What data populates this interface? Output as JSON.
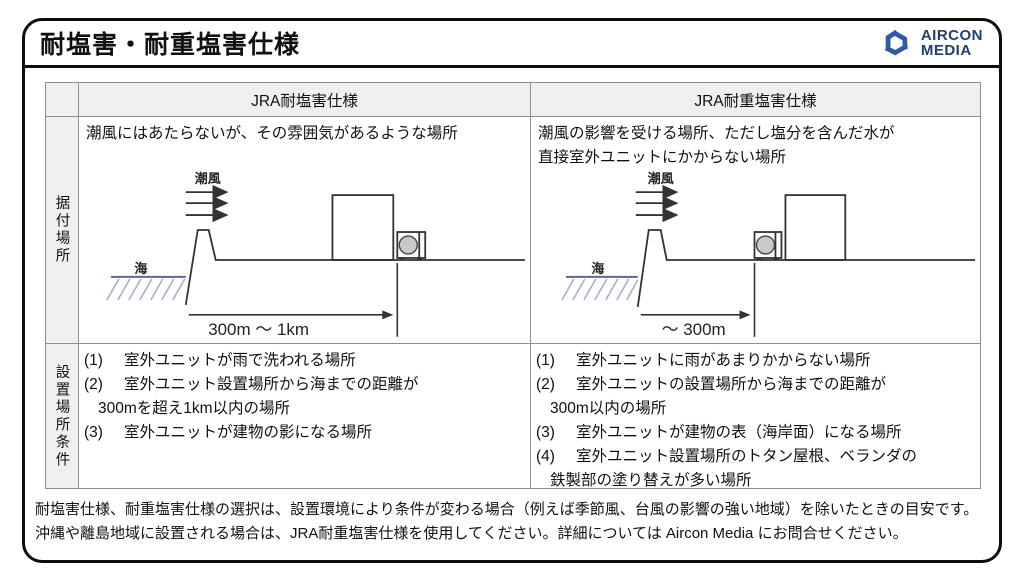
{
  "header": {
    "title": "耐塩害・耐重塩害仕様",
    "logo": {
      "line1": "AIRCON",
      "line2": "MEDIA"
    }
  },
  "table": {
    "columns": {
      "salt": "JRA耐塩害仕様",
      "heavy_salt": "JRA耐重塩害仕様"
    },
    "rows": {
      "installation_site": "据付場所",
      "site_conditions": "設置場所条件"
    },
    "salt": {
      "location_desc": "潮風にはあたらないが、その雰囲気があるような場所",
      "diagram": {
        "wind_label": "潮風",
        "sea_label": "海",
        "distance_label": "300m ～ 1km"
      },
      "conditions": [
        {
          "num": "(1)",
          "text": "室外ユニットが雨で洗われる場所"
        },
        {
          "num": "(2)",
          "text": "室外ユニット設置場所から海までの距離が"
        },
        {
          "num": "",
          "text": "300mを超え1km以内の場所"
        },
        {
          "num": "(3)",
          "text": "室外ユニットが建物の影になる場所"
        }
      ]
    },
    "heavy_salt": {
      "location_desc_line1": "潮風の影響を受ける場所、ただし塩分を含んだ水が",
      "location_desc_line2": "直接室外ユニットにかからない場所",
      "diagram": {
        "wind_label": "潮風",
        "sea_label": "海",
        "distance_label": "～ 300m"
      },
      "conditions": [
        {
          "num": "(1)",
          "text": "室外ユニットに雨があまりかからない場所"
        },
        {
          "num": "(2)",
          "text": "室外ユニットの設置場所から海までの距離が"
        },
        {
          "num": "",
          "text": "300m以内の場所"
        },
        {
          "num": "(3)",
          "text": "室外ユニットが建物の表（海岸面）になる場所"
        },
        {
          "num": "(4)",
          "text": "室外ユニット設置場所のトタン屋根、ベランダの"
        },
        {
          "num": "",
          "text": "鉄製部の塗り替えが多い場所"
        }
      ]
    }
  },
  "footer": {
    "line1": "耐塩害仕様、耐重塩害仕様の選択は、設置環境により条件が変わる場合（例えば季節風、台風の影響の強い地域）を除いたときの目安です。",
    "line2": "沖縄や離島地域に設置される場合は、JRA耐重塩害仕様を使用してください。詳細については Aircon Media にお問合せください。"
  },
  "colors": {
    "accent_navy": "#21406f",
    "logo_blue": "#2f5aa8",
    "table_border": "#909090",
    "header_bg": "#efefef",
    "sea_line": "#5b66a8",
    "sea_hatch": "#a7aed2",
    "diagram_stroke": "#333333",
    "fan_fill": "#c9c9c9"
  }
}
